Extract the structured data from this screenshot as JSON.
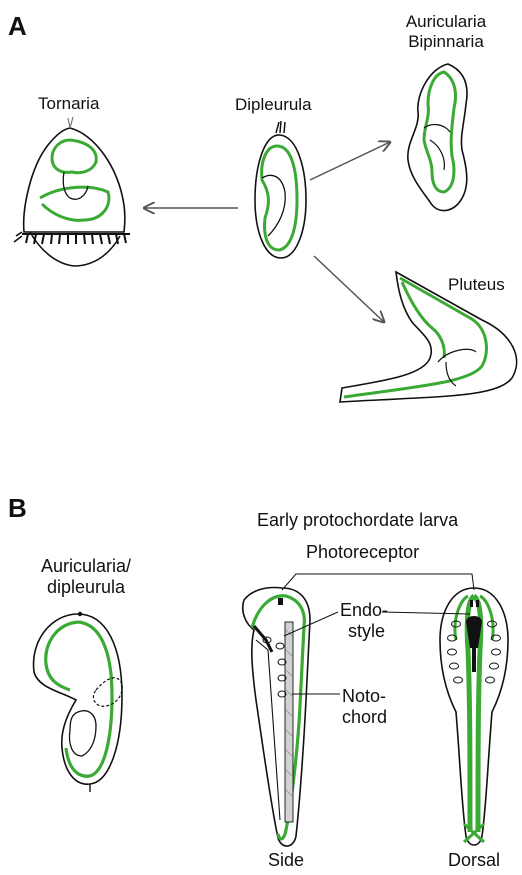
{
  "panel_a": {
    "letter": "A",
    "center": "Dipleurula",
    "left": "Tornaria",
    "top_right": [
      "Auricularia",
      "Bipinnaria"
    ],
    "bottom_right": "Pluteus"
  },
  "panel_b": {
    "letter": "B",
    "left": [
      "Auricularia/",
      "dipleurula"
    ],
    "title": "Early protochordate larva",
    "photoreceptor": "Photoreceptor",
    "endostyle": [
      "Endo-",
      "style"
    ],
    "notochord": [
      "Noto-",
      "chord"
    ],
    "side": "Side",
    "dorsal": "Dorsal"
  },
  "colors": {
    "ciliary_band": "#3aaa35",
    "outline": "#111111",
    "arrow": "#555555"
  }
}
